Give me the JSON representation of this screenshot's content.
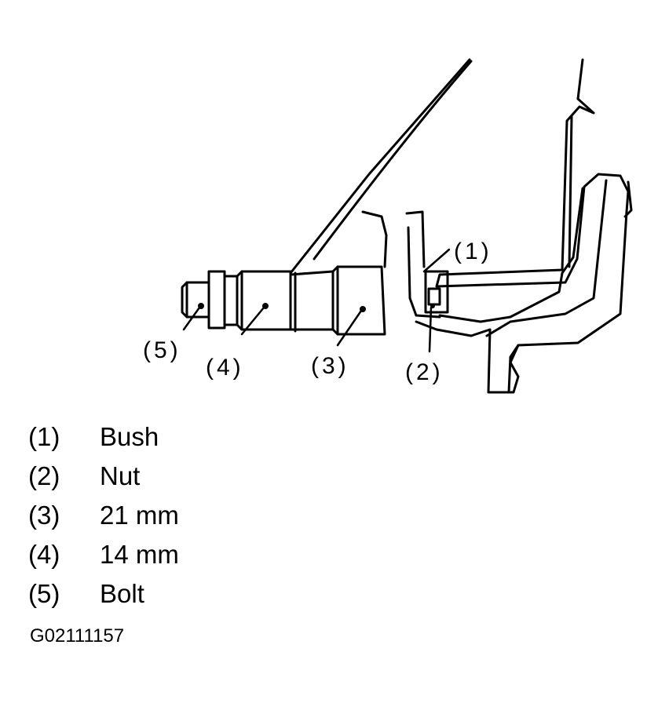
{
  "figure": {
    "callouts": [
      {
        "id": "1",
        "label": "(1)"
      },
      {
        "id": "2",
        "label": "(2)"
      },
      {
        "id": "3",
        "label": "(3)"
      },
      {
        "id": "4",
        "label": "(4)"
      },
      {
        "id": "5",
        "label": "(5)"
      }
    ]
  },
  "legend": {
    "items": [
      {
        "num": "(1)",
        "text": "Bush"
      },
      {
        "num": "(2)",
        "text": "Nut"
      },
      {
        "num": "(3)",
        "text": "21 mm"
      },
      {
        "num": "(4)",
        "text": "14 mm"
      },
      {
        "num": "(5)",
        "text": "Bolt"
      }
    ]
  },
  "figure_code": "G02111157"
}
